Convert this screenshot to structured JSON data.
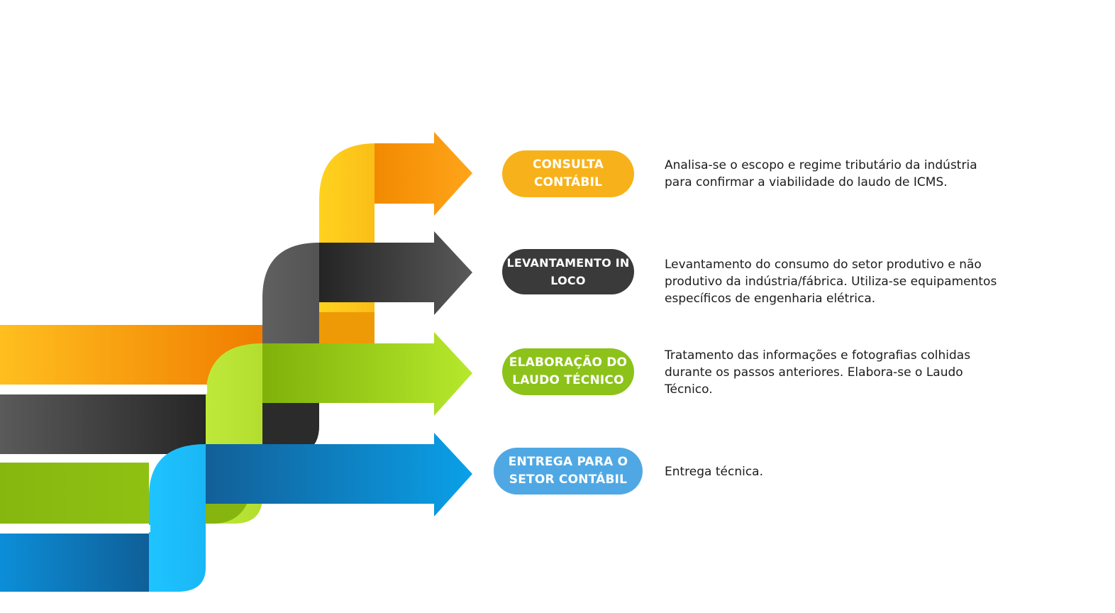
{
  "steps": [
    {
      "label": "CONSULTA\nCONTÁBIL",
      "description": "Analisa-se o escopo e regime tributário da indústria para  confirmar a viabilidade do laudo de ICMS.",
      "color": "#f7b21b"
    },
    {
      "label": "LEVANTAMENTO IN\nLOCO",
      "description": "Levantamento do consumo do setor produtivo e não produtivo da indústria/fábrica. Utiliza-se equipamentos específicos de engenharia elétrica.",
      "color": "#3a3a3a"
    },
    {
      "label": "ELABORAÇÃO DO\nLAUDO TÉCNICO",
      "description": "Tratamento das informações e fotografias colhidas durante os passos anteriores. Elabora-se o Laudo Técnico.",
      "color": "#8cc21a"
    },
    {
      "label": "ENTREGA PARA O\nSETOR CONTÁBIL",
      "description": "Entrega técnica.",
      "color": "#4fa8e4"
    }
  ]
}
